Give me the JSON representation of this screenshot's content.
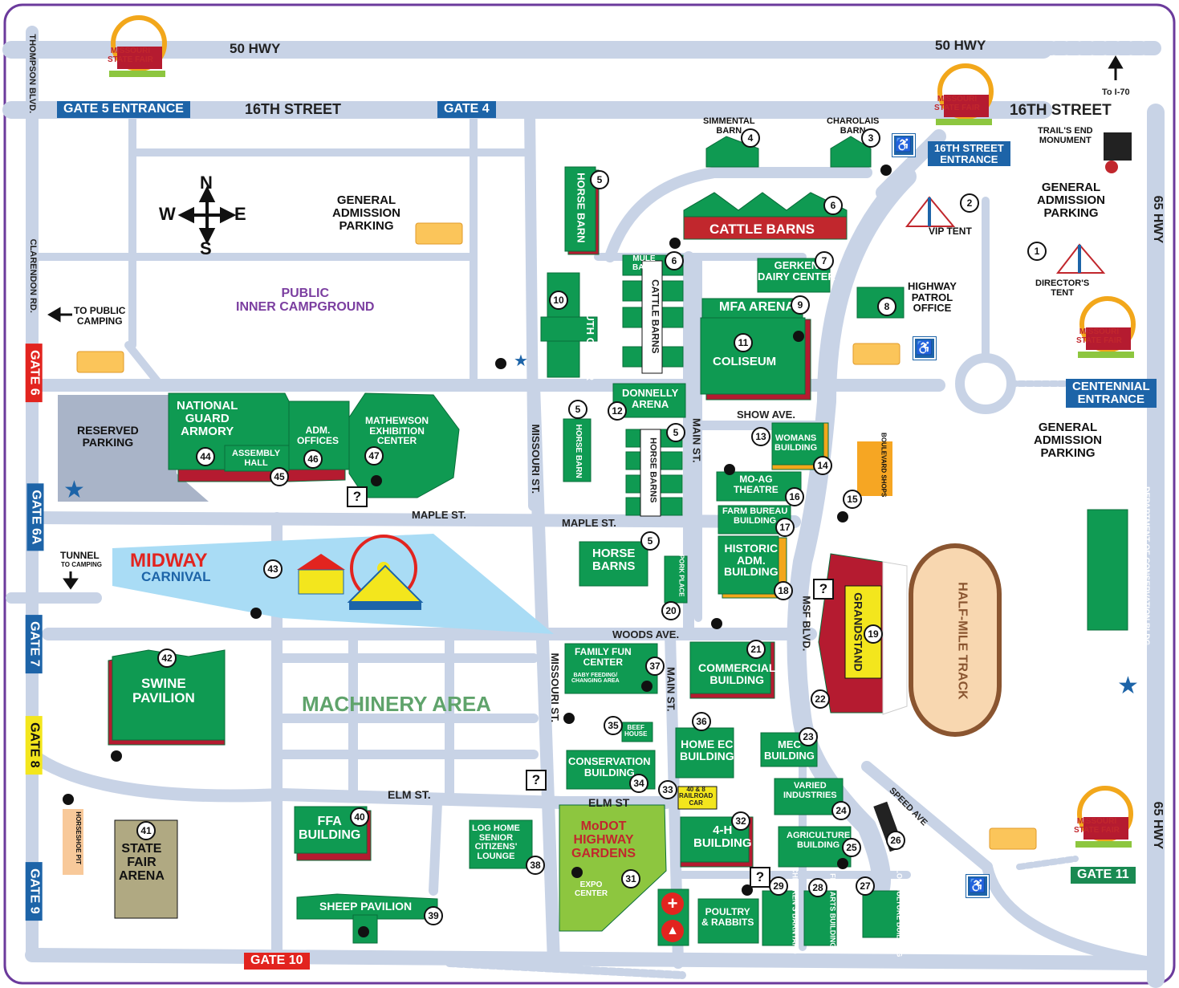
{
  "colors": {
    "border": "#6b3a9c",
    "road": "#c8d3e6",
    "building_green": "#0f9a52",
    "building_shadow": "#b51b30",
    "cattle_red": "#c1272d",
    "gate_blue": "#1d64a8",
    "gate_red": "#e2241f",
    "gate_yellow": "#f3e61d",
    "midway_water": "#a9dcf5",
    "track_fill": "#f8d7b0",
    "track_edge": "#8a5530",
    "parking_gray": "#a9b4c8",
    "modot_green": "#8dc63f",
    "purple_text": "#7b3ea0",
    "machinery_text": "#5fa36b"
  },
  "roads": {
    "hwy50_left": "50 HWY",
    "hwy50_right": "50 HWY",
    "sixteenth_left": "16TH STREET",
    "sixteenth_right": "16TH STREET",
    "thompson": "THOMPSON BLVD.",
    "clarendon": "CLARENDON RD.",
    "missouri_upper": "MISSOURI ST.",
    "missouri_lower": "MISSOURI ST.",
    "main_upper": "MAIN ST.",
    "main_lower": "MAIN ST.",
    "maple_left": "MAPLE ST.",
    "maple_right": "MAPLE ST.",
    "woods": "WOODS AVE.",
    "elm_left": "ELM ST.",
    "elm_right": "ELM ST",
    "show": "SHOW AVE.",
    "msf": "MSF BLVD.",
    "speed": "SPEED AVE",
    "hwy65_upper": "65 HWY",
    "hwy65_lower": "65 HWY",
    "to_i70": "To I-70"
  },
  "gates": {
    "gate5": "GATE 5 ENTRANCE",
    "gate4": "GATE 4",
    "gate6": "GATE 6",
    "gate6a": "GATE 6A",
    "gate7": "GATE 7",
    "gate8": "GATE 8",
    "gate9": "GATE 9",
    "gate10": "GATE 10",
    "gate11": "GATE 11",
    "sixteenth_entrance": "16TH STREET\nENTRANCE",
    "centennial": "CENTENNIAL\nENTRANCE"
  },
  "logo": {
    "text_line1": "MISSOURI",
    "text_line2": "STATE FAIR"
  },
  "labels": {
    "gen_parking_center": "GENERAL\nADMISSION\nPARKING",
    "gen_parking_ne": "GENERAL\nADMISSION\nPARKING",
    "gen_parking_e": "GENERAL\nADMISSION\nPARKING",
    "campground": "PUBLIC\nINNER CAMPGROUND",
    "to_public_camping": "TO PUBLIC\nCAMPING",
    "reserved_parking": "RESERVED\nPARKING",
    "tunnel": "TUNNEL",
    "tunnel_sub": "TO CAMPING",
    "machinery": "MACHINERY  AREA",
    "half_mile_track": "HALF-MILE TRACK",
    "trails_end": "TRAIL'S END\nMONUMENT",
    "vip_tent": "VIP TENT",
    "directors_tent": "DIRECTOR'S\nTENT",
    "highway_patrol": "HIGHWAY\nPATROL\nOFFICE",
    "simmental": "SIMMENTAL\nBARN",
    "charolais": "CHAROLAIS\nBARN",
    "boulevard_shops": "BOULEVARD\nSHOPS",
    "horseshoe_pit": "HORSESHOE\nPIT",
    "midway": "MIDWAY",
    "carnival": "CARNIVAL",
    "compass_n": "N",
    "compass_s": "S",
    "compass_e": "E",
    "compass_w": "W"
  },
  "buildings": {
    "horse_barn_5a": "HORSE BARN",
    "cattle_barns": "CATTLE BARNS",
    "mule_barn": "MULE\nBARN",
    "cattle_barns_v": "CATTLE BARNS",
    "gerken": "GERKEN\nDAIRY CENTER",
    "mfa_arena": "MFA ARENA",
    "coliseum": "COLISEUM",
    "youth_center": "YOUTH\nCENTER",
    "donnelly": "DONNELLY\nARENA",
    "horse_barn_5b": "HORSE BARN",
    "horse_barns_v": "HORSE BARNS",
    "natl_guard": "NATIONAL\nGUARD\nARMORY",
    "assembly_hall": "ASSEMBLY\nHALL",
    "adm_offices": "ADM.\nOFFICES",
    "mathewson": "MATHEWSON\nEXHIBITION\nCENTER",
    "womans": "WOMANS\nBUILDING",
    "moag": "MO-AG\nTHEATRE",
    "farm_bureau": "FARM BUREAU\nBUILDING",
    "historic": "HISTORIC\nADM.\nBUILDING",
    "horse_barns_5c": "HORSE\nBARNS",
    "pork_place": "PORK\nPLACE",
    "grandstand": "GRANDSTAND",
    "family_fun": "FAMILY FUN\nCENTER",
    "family_fun_sub": "BABY FEEDING/\nCHANGING AREA",
    "commercial": "COMMERCIAL\nBUILDING",
    "swine": "SWINE\nPAVILION",
    "beef_house": "BEEF\nHOUSE",
    "home_ec": "HOME EC\nBUILDING",
    "mec": "MEC\nBUILDING",
    "conservation": "CONSERVATION\nBUILDING",
    "railroad": "40 & 8\nRAILROAD\nCAR",
    "varied": "VARIED\nINDUSTRIES",
    "ffa": "FFA\nBUILDING",
    "log_home": "LOG HOME\nSENIOR\nCITIZENS'\nLOUNGE",
    "modot": "MoDOT\nHIGHWAY\nGARDENS",
    "expo": "EXPO\nCENTER",
    "fourh": "4-H\nBUILDING",
    "agriculture": "AGRICULTURE\nBUILDING",
    "state_fair_arena": "STATE\nFAIR\nARENA",
    "sheep": "SHEEP  PAVILION",
    "poultry": "POULTRY\n& RABBITS",
    "childrens": "CHILDREN'S\nBARNYARD",
    "fine_arts": "FINE ARTS\nBUILDING",
    "floriculture": "FLORICULTURE\nBUILDING",
    "conservation_dept": "DEPARTMENT OF\nCONSERVATION BLDG"
  },
  "numbers": [
    "1",
    "2",
    "3",
    "4",
    "5",
    "5",
    "5",
    "5",
    "6",
    "6",
    "7",
    "8",
    "9",
    "10",
    "11",
    "12",
    "13",
    "14",
    "15",
    "16",
    "17",
    "18",
    "19",
    "20",
    "21",
    "22",
    "23",
    "24",
    "25",
    "26",
    "27",
    "28",
    "29",
    "31",
    "32",
    "33",
    "34",
    "35",
    "36",
    "37",
    "38",
    "39",
    "40",
    "41",
    "42",
    "43",
    "44",
    "45",
    "46",
    "47"
  ],
  "icons": [
    "compass-rose-icon",
    "wheelchair-icon",
    "restroom-icon",
    "first-aid-icon",
    "fire-icon",
    "info-question-icon",
    "star-icon",
    "ferris-wheel-icon",
    "carousel-icon",
    "circus-tent-icon",
    "locomotive-icon"
  ]
}
